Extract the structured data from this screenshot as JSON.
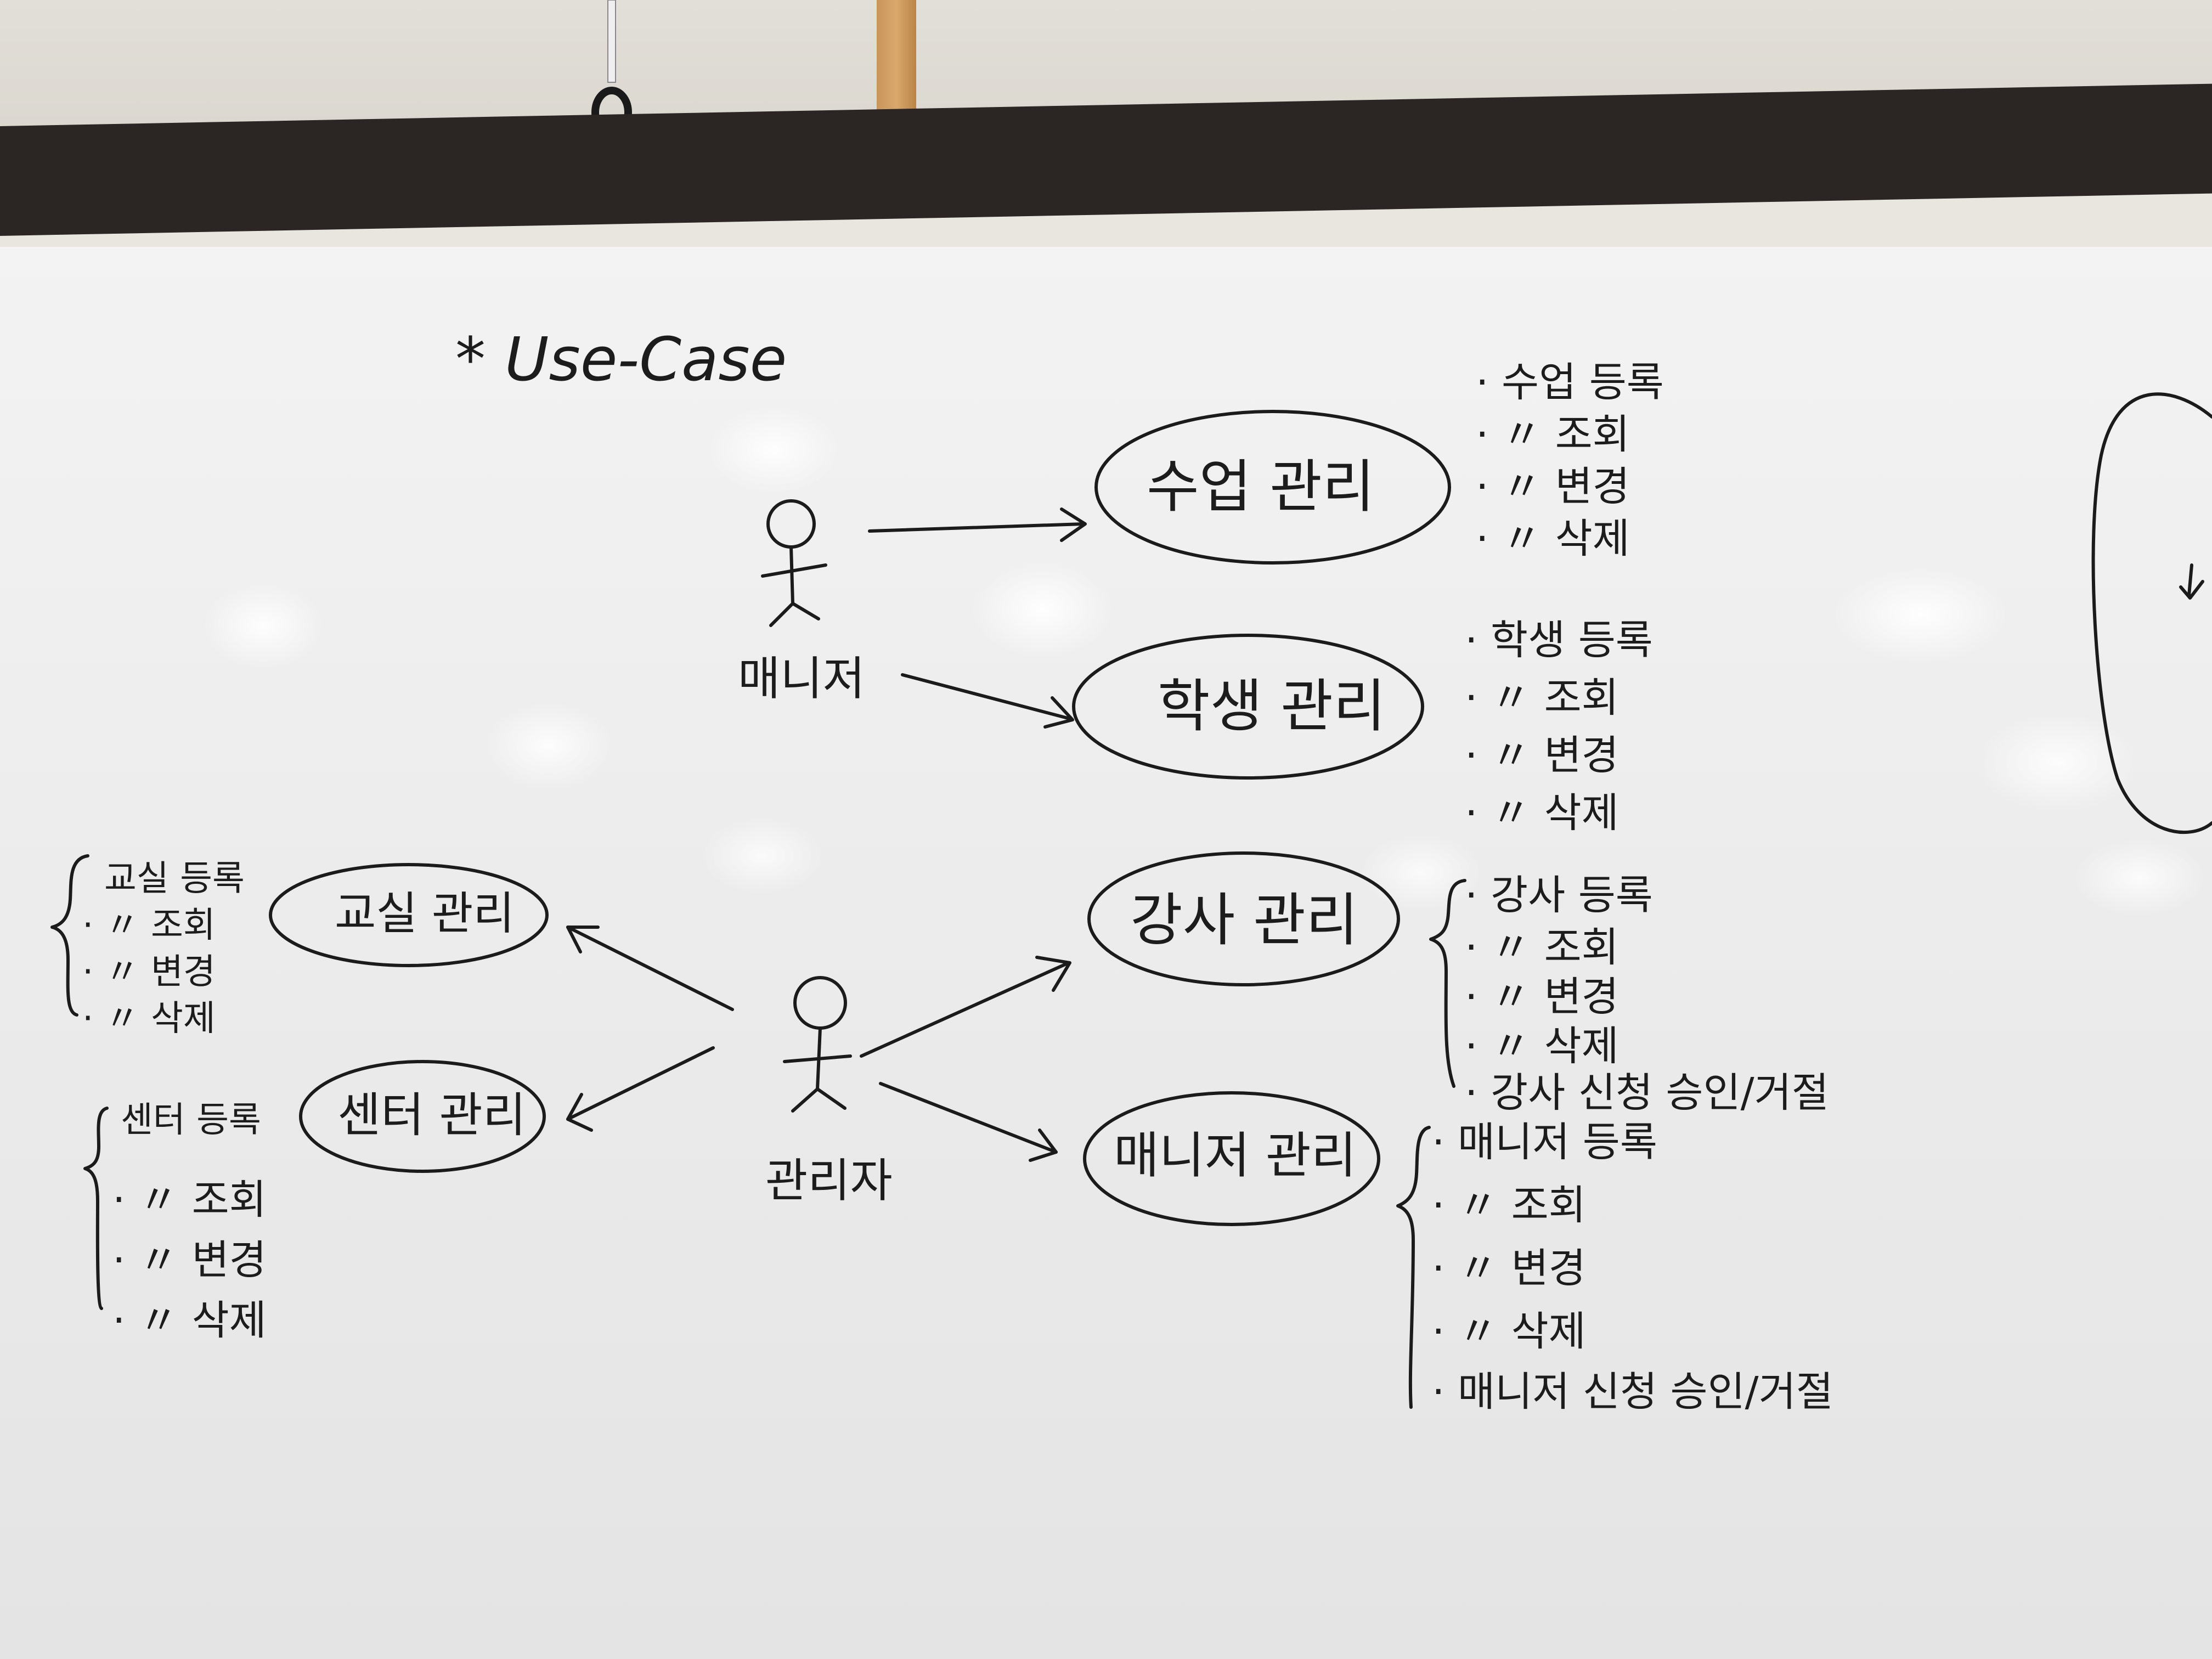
{
  "title": "* Use-Case",
  "actors": {
    "manager": "매니저",
    "admin": "관리자"
  },
  "use_cases": {
    "class_mgmt": "수업 관리",
    "student_mgmt": "학생 관리",
    "instructor_mgmt": "강사 관리",
    "manager_mgmt": "매니저 관리",
    "classroom_mgmt": "교실 관리",
    "center_mgmt": "센터 관리"
  },
  "notes": {
    "class_mgmt": [
      "· 수업 등록",
      "· 〃 조회",
      "· 〃 변경",
      "· 〃 삭제"
    ],
    "student_mgmt": [
      "· 학생 등록",
      "· 〃 조회",
      "· 〃 변경",
      "· 〃 삭제"
    ],
    "instructor_mgmt": [
      "· 강사 등록",
      "· 〃 조회",
      "· 〃 변경",
      "· 〃 삭제",
      "· 강사 신청 승인/거절"
    ],
    "manager_mgmt": [
      "· 매니저 등록",
      "· 〃 조회",
      "· 〃 변경",
      "· 〃 삭제",
      "· 매니저 신청 승인/거절"
    ],
    "classroom_mgmt": [
      "교실 등록",
      "· 〃 조회",
      "· 〃 변경",
      "· 〃 삭제"
    ],
    "center_mgmt": [
      "센터 등록",
      "· 〃 조회",
      "· 〃 변경",
      "· 〃 삭제"
    ]
  },
  "colors": {
    "ink": "#1b1b1b",
    "board": "#ededed",
    "frame": "#2b2523"
  }
}
